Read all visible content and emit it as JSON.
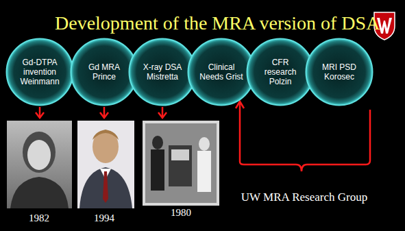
{
  "diagram": {
    "title": "Development of the MRA version of DSA",
    "nodes": [
      {
        "text": [
          "Gd-DTPA invention Weinmann"
        ]
      },
      {
        "text": [
          "Gd MRA Prince"
        ]
      },
      {
        "text": [
          "X-ray DSA Mistretta"
        ]
      },
      {
        "text": [
          "Clinical Needs Grist"
        ]
      },
      {
        "text": [
          "CFR research Polzin"
        ]
      },
      {
        "text": [
          "MRI PSD Korosec"
        ]
      }
    ],
    "labels": [
      "1982",
      "1994",
      "1980",
      "UW MRA Research Group"
    ]
  }
}
